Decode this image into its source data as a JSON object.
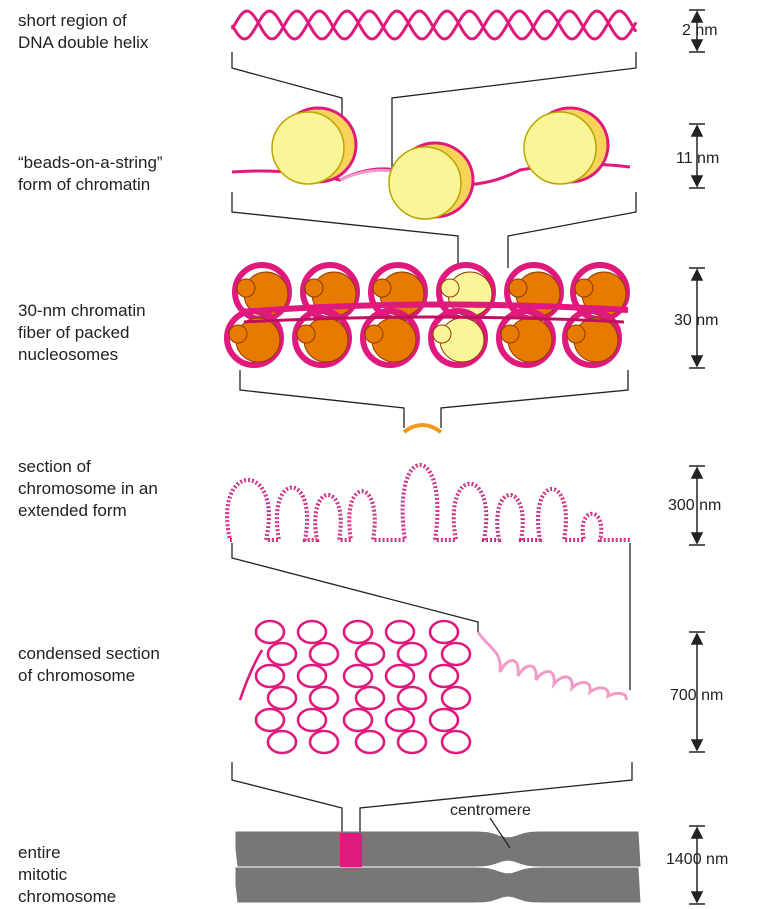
{
  "levels": [
    {
      "label": "short region of\nDNA double helix",
      "size": "2 nm"
    },
    {
      "label": "“beads-on-a-string”\nform of chromatin",
      "size": "11 nm"
    },
    {
      "label": "30-nm chromatin\nfiber of packed\nnucleosomes",
      "size": "30 nm"
    },
    {
      "label": "section of\nchromosome in an\nextended form",
      "size": "300 nm"
    },
    {
      "label": "condensed section\nof chromosome",
      "size": "700 nm"
    },
    {
      "label": "entire\nmitotic\nchromosome",
      "size": "1400 nm"
    }
  ],
  "centromere_label": "centromere",
  "colors": {
    "dna": "#e0197d",
    "dna_light": "#f29ac8",
    "bead_fill": "#fbf59a",
    "bead_edge": "#b7a700",
    "histone_dark": "#e87a00",
    "chromosome_gray": "#777777",
    "highlight_orange": "#f39a1c"
  }
}
